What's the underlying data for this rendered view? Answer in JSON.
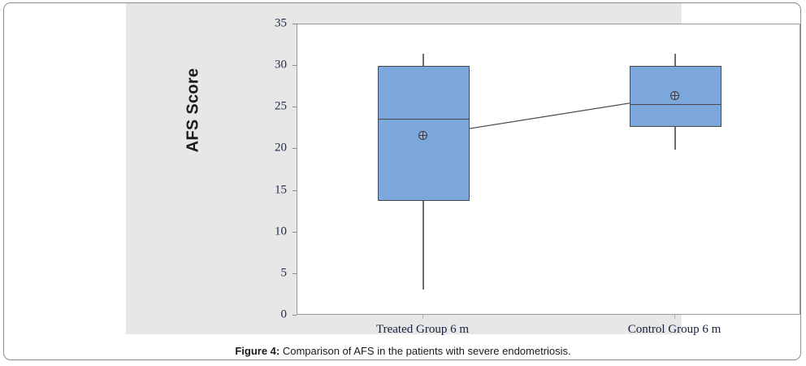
{
  "figure": {
    "caption_prefix": "Figure 4:",
    "caption_text": " Comparison of AFS in the patients with severe endometriosis."
  },
  "colors": {
    "box_fill": "#7ba7db",
    "box_stroke": "#4a4a4a",
    "whisker": "#6e6e6e",
    "panel_background": "#e7e7e7",
    "plot_background": "#ffffff",
    "tick_text": "#1f2a4a",
    "connector_line": "#4a4a52"
  },
  "chart_data": {
    "type": "box",
    "title": "",
    "xlabel": "",
    "ylabel": "AFS Score",
    "ylim": [
      0,
      35
    ],
    "yticks": [
      0,
      5,
      10,
      15,
      20,
      25,
      30,
      35
    ],
    "ytick_labels": [
      "0",
      "5",
      "10",
      "15",
      "20",
      "25",
      "30",
      "35"
    ],
    "grid": false,
    "legend": "none",
    "categories": [
      "Treated Group 6 m",
      "Control Group 6 m"
    ],
    "boxes": [
      {
        "category": "Treated Group 6 m",
        "whisker_low": 3.1,
        "q1": 13.8,
        "median": 23.7,
        "q3": 30.0,
        "whisker_high": 31.5,
        "mean": 21.6
      },
      {
        "category": "Control Group 6 m",
        "whisker_low": 19.9,
        "q1": 22.7,
        "median": 25.4,
        "q3": 30.0,
        "whisker_high": 31.5,
        "mean": 26.4
      }
    ],
    "mean_connector": {
      "from": {
        "category": "Treated Group 6 m",
        "value": 21.6
      },
      "to": {
        "category": "Control Group 6 m",
        "value": 26.4
      }
    }
  }
}
